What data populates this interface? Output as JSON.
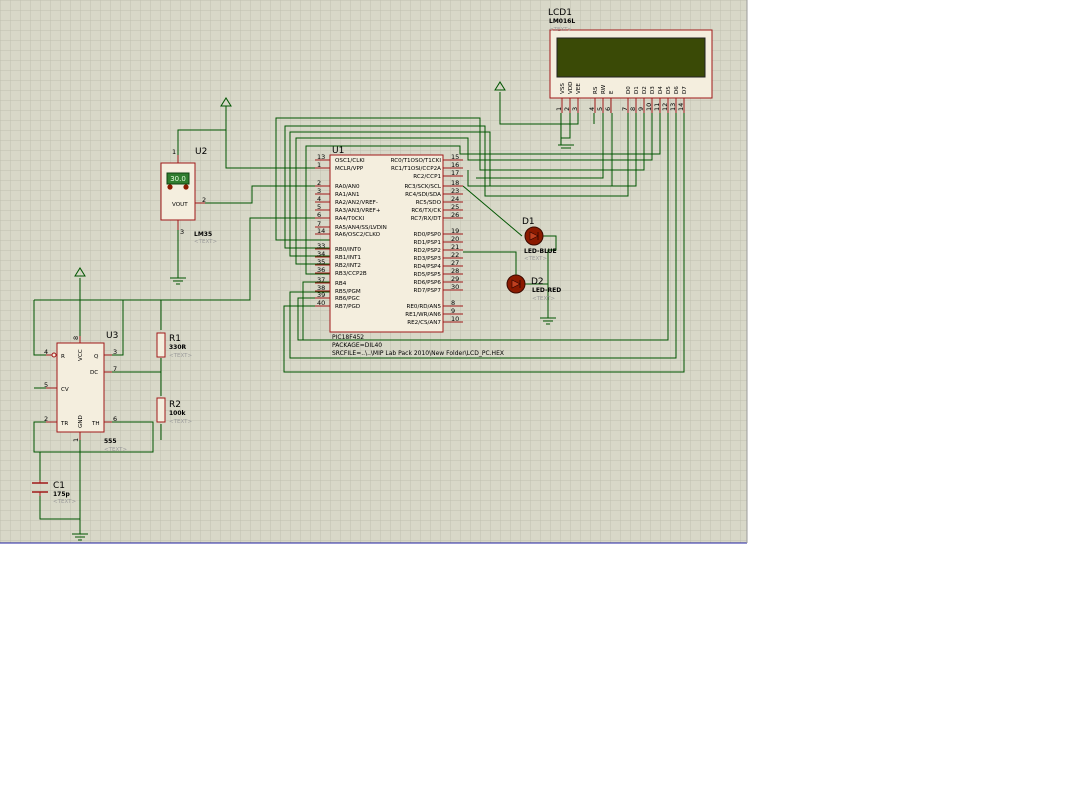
{
  "colors": {
    "canvas": "#d8d8c8",
    "grid": "#bfc0b0",
    "wire": "#005500",
    "component_border": "#a01818",
    "component_fill": "#f4eede",
    "lcd_screen": "#3a4a06",
    "led": "#8b1a00",
    "edge_line": "#2020a0"
  },
  "placeholder_text": "<TEXT>",
  "lcd": {
    "ref": "LCD1",
    "model": "LM016L",
    "pins": [
      {
        "name": "VSS",
        "num": "1"
      },
      {
        "name": "VDD",
        "num": "2"
      },
      {
        "name": "VEE",
        "num": "3"
      },
      {
        "name": "RS",
        "num": "4"
      },
      {
        "name": "RW",
        "num": "5"
      },
      {
        "name": "E",
        "num": "6"
      },
      {
        "name": "D0",
        "num": "7"
      },
      {
        "name": "D1",
        "num": "8"
      },
      {
        "name": "D2",
        "num": "9"
      },
      {
        "name": "D3",
        "num": "10"
      },
      {
        "name": "D4",
        "num": "11"
      },
      {
        "name": "D5",
        "num": "12"
      },
      {
        "name": "D6",
        "num": "13"
      },
      {
        "name": "D7",
        "num": "14"
      }
    ]
  },
  "mcu": {
    "ref": "U1",
    "part": "PIC18F452",
    "package": "PACKAGE=DIL40",
    "srcfile": "SRCFILE=..\\..\\MIP Lab Pack 2010\\New Folder\\LCD_PC.HEX",
    "left_pins": [
      {
        "num": "13",
        "name": "OSC1/CLKI"
      },
      {
        "num": "1",
        "name": "MCLR/VPP"
      },
      {
        "num": "2",
        "name": "RA0/AN0"
      },
      {
        "num": "3",
        "name": "RA1/AN1"
      },
      {
        "num": "4",
        "name": "RA2/AN2/VREF-"
      },
      {
        "num": "5",
        "name": "RA3/AN3/VREF+"
      },
      {
        "num": "6",
        "name": "RA4/T0CKI"
      },
      {
        "num": "7",
        "name": "RA5/AN4/SS/LVDIN"
      },
      {
        "num": "14",
        "name": "RA6/OSC2/CLKO"
      },
      {
        "num": "33",
        "name": "RB0/INT0"
      },
      {
        "num": "34",
        "name": "RB1/INT1"
      },
      {
        "num": "35",
        "name": "RB2/INT2"
      },
      {
        "num": "36",
        "name": "RB3/CCP2B"
      },
      {
        "num": "37",
        "name": "RB4"
      },
      {
        "num": "38",
        "name": "RB5/PGM"
      },
      {
        "num": "39",
        "name": "RB6/PGC"
      },
      {
        "num": "40",
        "name": "RB7/PGD"
      }
    ],
    "right_pins": [
      {
        "num": "15",
        "name": "RC0/T1OSO/T1CKI"
      },
      {
        "num": "16",
        "name": "RC1/T1OSI/CCP2A"
      },
      {
        "num": "17",
        "name": "RC2/CCP1"
      },
      {
        "num": "18",
        "name": "RC3/SCK/SCL"
      },
      {
        "num": "23",
        "name": "RC4/SDI/SDA"
      },
      {
        "num": "24",
        "name": "RC5/SDO"
      },
      {
        "num": "25",
        "name": "RC6/TX/CK"
      },
      {
        "num": "26",
        "name": "RC7/RX/DT"
      },
      {
        "num": "19",
        "name": "RD0/PSP0"
      },
      {
        "num": "20",
        "name": "RD1/PSP1"
      },
      {
        "num": "21",
        "name": "RD2/PSP2"
      },
      {
        "num": "22",
        "name": "RD3/PSP3"
      },
      {
        "num": "27",
        "name": "RD4/PSP4"
      },
      {
        "num": "28",
        "name": "RD5/PSP5"
      },
      {
        "num": "29",
        "name": "RD6/PSP6"
      },
      {
        "num": "30",
        "name": "RD7/PSP7"
      },
      {
        "num": "8",
        "name": "RE0/RD/AN5"
      },
      {
        "num": "9",
        "name": "RE1/WR/AN6"
      },
      {
        "num": "10",
        "name": "RE2/CS/AN7"
      }
    ]
  },
  "sensor": {
    "ref": "U2",
    "model": "LM35",
    "display": "30.0",
    "out_label": "VOUT",
    "pin_top": "1",
    "pin_out": "2",
    "pin_bottom": "3"
  },
  "timer": {
    "ref": "U3",
    "model": "555",
    "pins": {
      "R": "R",
      "R_num": "4",
      "VCC": "VCC",
      "VCC_num": "8",
      "Q": "Q",
      "Q_num": "3",
      "DC": "DC",
      "DC_num": "7",
      "CV": "CV",
      "CV_num": "5",
      "TR": "TR",
      "TR_num": "2",
      "TH": "TH",
      "TH_num": "6",
      "GND": "GND",
      "GND_num": "1"
    }
  },
  "resistors": [
    {
      "ref": "R1",
      "value": "330R"
    },
    {
      "ref": "R2",
      "value": "100k"
    }
  ],
  "capacitor": {
    "ref": "C1",
    "value": "175p"
  },
  "leds": [
    {
      "ref": "D1",
      "value": "LED-BLUE"
    },
    {
      "ref": "D2",
      "value": "LED-RED"
    }
  ]
}
